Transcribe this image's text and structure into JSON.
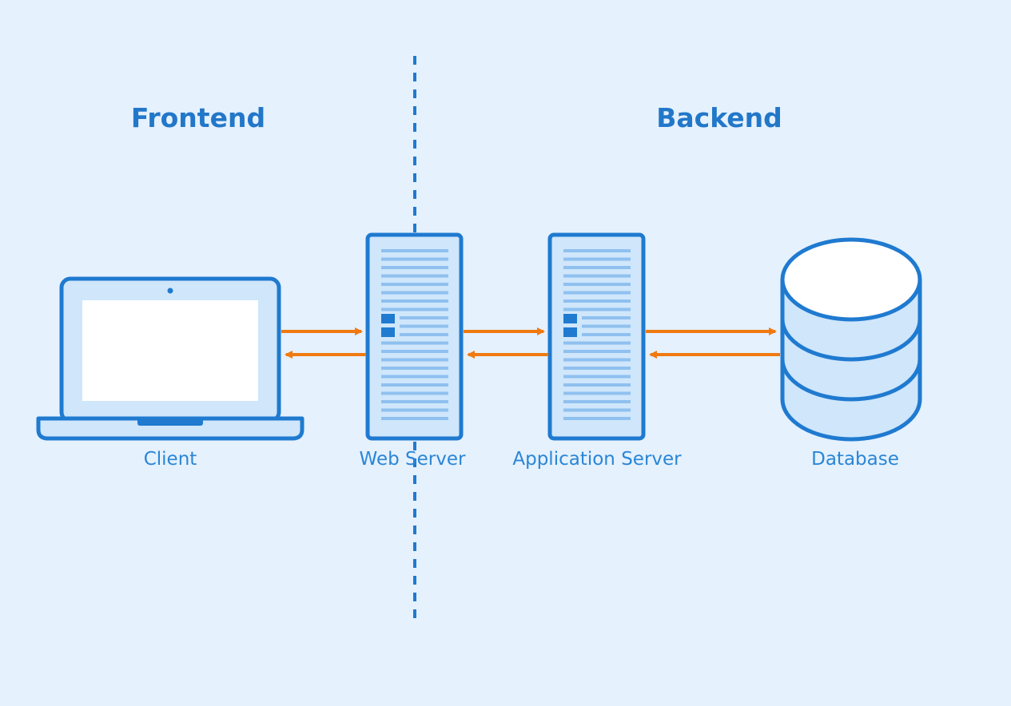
{
  "headings": {
    "frontend": "Frontend",
    "backend": "Backend"
  },
  "nodes": [
    {
      "id": "client",
      "label": "Client",
      "icon": "laptop-icon"
    },
    {
      "id": "web-server",
      "label": "Web Server",
      "icon": "server-icon"
    },
    {
      "id": "application-server",
      "label": "Application Server",
      "icon": "server-icon"
    },
    {
      "id": "database",
      "label": "Database",
      "icon": "database-icon"
    }
  ],
  "connections": [
    {
      "from": "client",
      "to": "web-server",
      "direction": "bidirectional"
    },
    {
      "from": "web-server",
      "to": "application-server",
      "direction": "bidirectional"
    },
    {
      "from": "application-server",
      "to": "database",
      "direction": "bidirectional"
    }
  ],
  "colors": {
    "background": "#e5f1fd",
    "outline": "#1f7ad0",
    "fill_light": "#cfe6fb",
    "server_lines": "#8fc0ef",
    "arrow": "#f07a10",
    "heading_text": "#2277c9",
    "label_text": "#2a86d6"
  }
}
